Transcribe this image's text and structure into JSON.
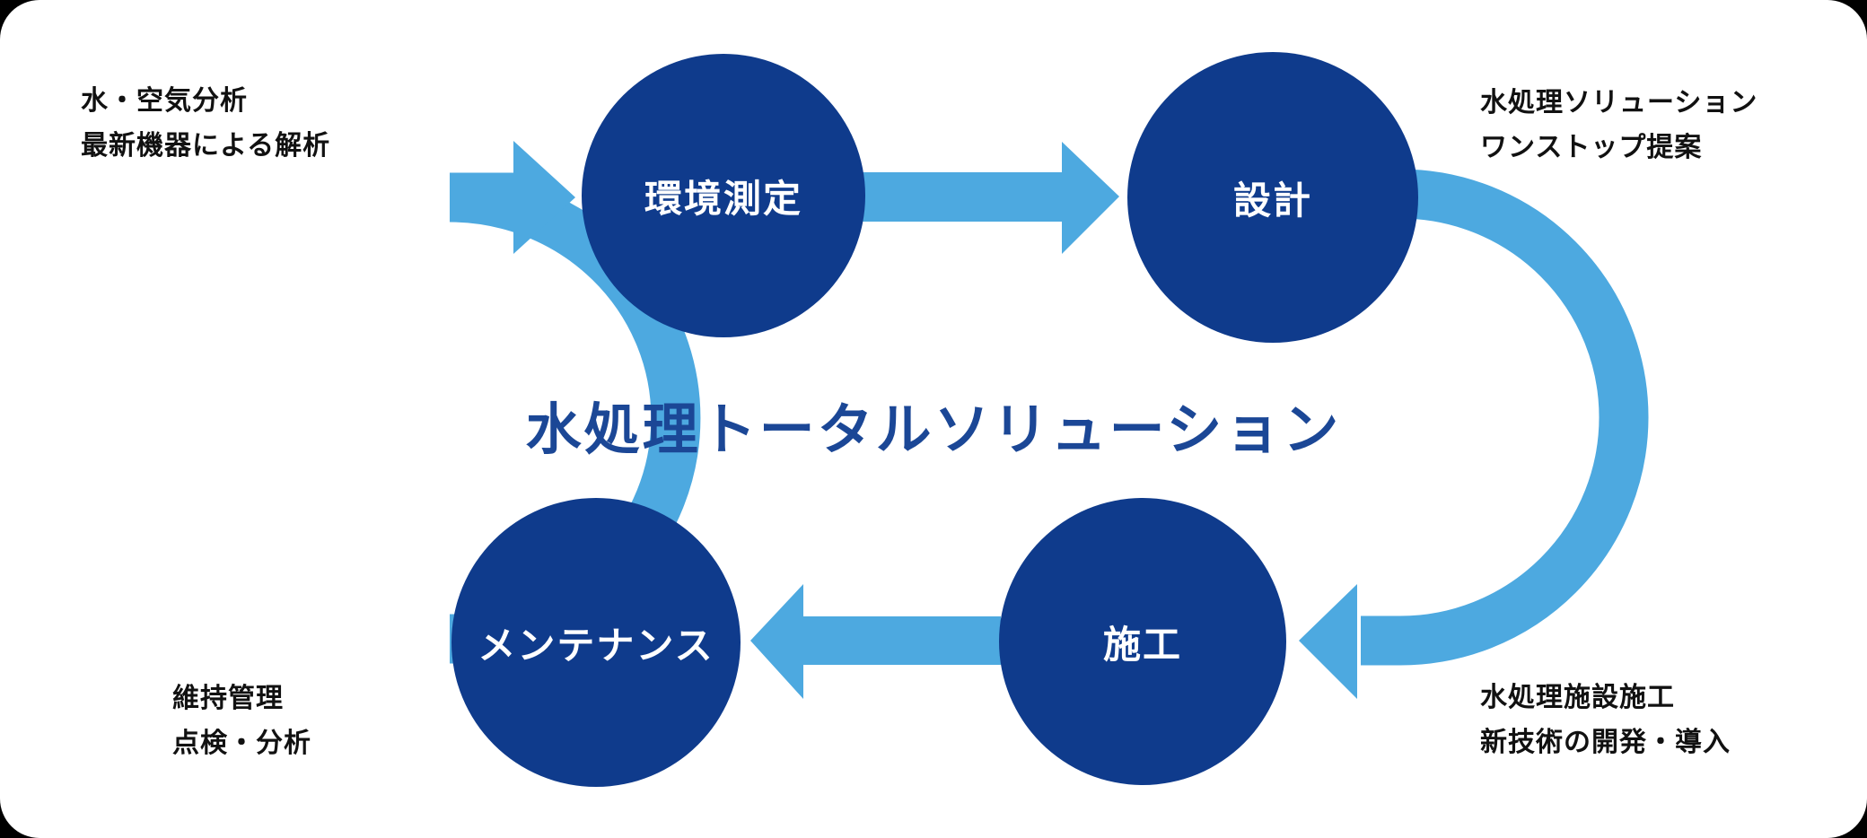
{
  "title": {
    "text": "水処理トータルソリューション",
    "color": "#1b4796"
  },
  "colors": {
    "background_outside": "#000000",
    "card_surface": "#ffffff",
    "circle_fill": "#0f3b8c",
    "circle_text": "#ffffff",
    "arrow": "#4da9e0",
    "annotation_text": "#111111"
  },
  "steps": [
    {
      "label": "環境測定"
    },
    {
      "label": "設計"
    },
    {
      "label": "施工"
    },
    {
      "label": "メンテナンス"
    }
  ],
  "cycle_order": "環境測定 → 設計 → 施工 → メンテナンス → 環境測定",
  "annotations": {
    "top_left": {
      "line1": "水・空気分析",
      "line2": "最新機器による解析"
    },
    "top_right": {
      "line1": "水処理ソリューション",
      "line2": "ワンストップ提案"
    },
    "bottom_right": {
      "line1": "水処理施設施工",
      "line2": "新技術の開発・導入"
    },
    "bottom_left": {
      "line1": "維持管理",
      "line2": "点検・分析"
    }
  }
}
